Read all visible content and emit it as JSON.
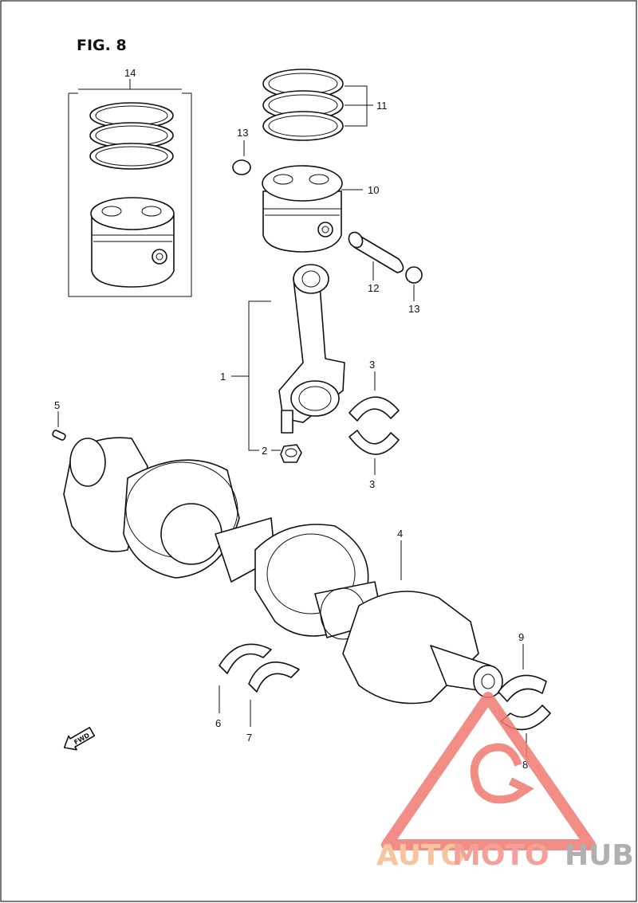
{
  "title": "FIG. 8",
  "callouts": {
    "c1": "1",
    "c2": "2",
    "c3a": "3",
    "c3b": "3",
    "c4": "4",
    "c5": "5",
    "c6": "6",
    "c7": "7",
    "c8": "8",
    "c9": "9",
    "c10": "10",
    "c11": "11",
    "c12": "12",
    "c13a": "13",
    "c13b": "13",
    "c14": "14"
  },
  "fwd_label": "FWD",
  "watermark": {
    "part1": "AUTO",
    "part2": "MOTO",
    "part3": "HUB",
    "color_auto": "#f7c4a0",
    "color_moto": "#f4a09a",
    "color_hub": "#b0b0b0",
    "logo_color": "#f07a72"
  }
}
